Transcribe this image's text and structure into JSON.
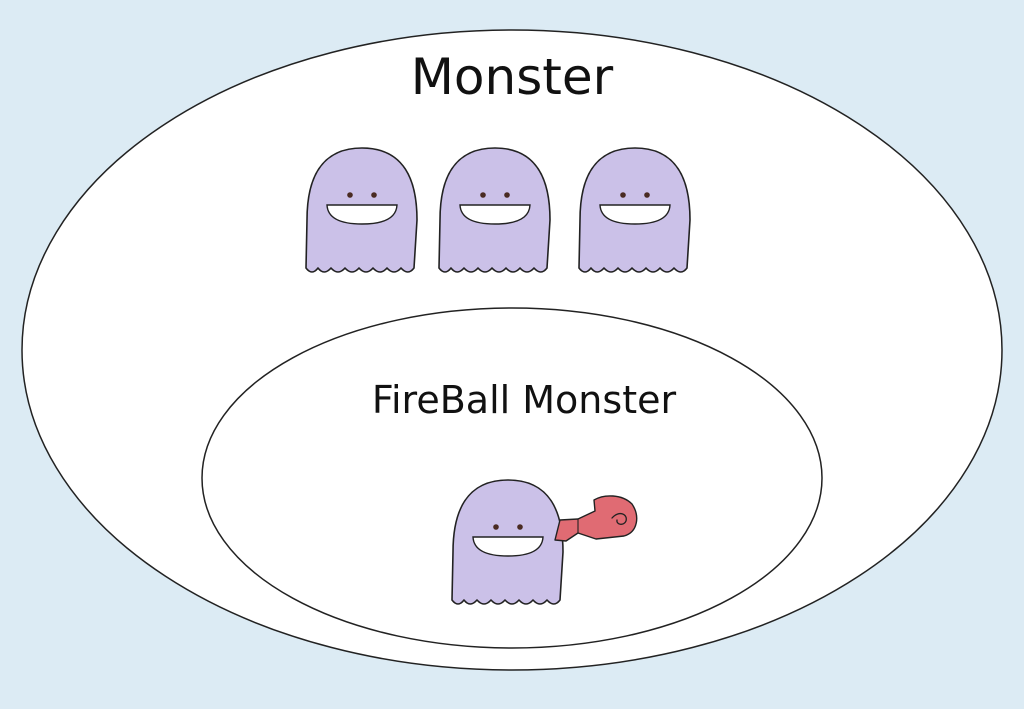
{
  "diagram": {
    "outer_set": {
      "label": "Monster",
      "member_count": 3
    },
    "inner_set": {
      "label": "FireBall Monster",
      "member_count": 1,
      "member_holds": "fireball-launcher"
    }
  },
  "colors": {
    "background": "#dcebf4",
    "set_fill": "#ffffff",
    "outline": "#222222",
    "ghost_body": "#cbc1e8",
    "launcher": "#e06b73"
  }
}
